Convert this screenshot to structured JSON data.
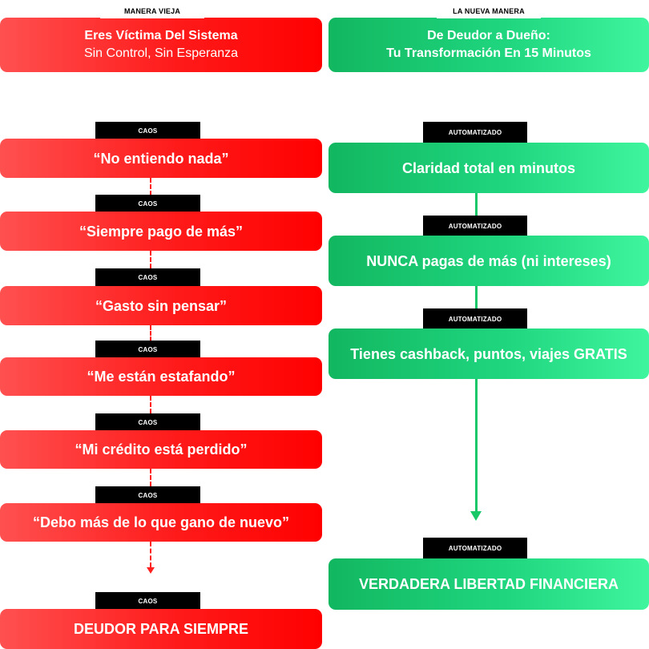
{
  "old_way": {
    "header_tag": "MANERA VIEJA",
    "header_title": "Eres Víctima Del Sistema",
    "header_subtitle": "Sin Control, Sin Esperanza",
    "steps": [
      {
        "tag": "CAOS",
        "label": "“No entiendo nada”"
      },
      {
        "tag": "CAOS",
        "label": "“Siempre pago de más”"
      },
      {
        "tag": "CAOS",
        "label": "“Gasto sin pensar”"
      },
      {
        "tag": "CAOS",
        "label": "“Me están estafando”"
      },
      {
        "tag": "CAOS",
        "label": "“Mi crédito está perdido”"
      },
      {
        "tag": "CAOS",
        "label": "“Debo más de lo que gano de nuevo”"
      },
      {
        "tag": "CAOS",
        "label": "DEUDOR PARA SIEMPRE"
      }
    ]
  },
  "new_way": {
    "header_tag": "LA NUEVA MANERA",
    "header_line1": "De Deudor a Dueño:",
    "header_line2": "Tu Transformación En 15 Minutos",
    "steps": [
      {
        "tag": "AUTOMATIZADO",
        "label": "Claridad total en minutos"
      },
      {
        "tag": "AUTOMATIZADO",
        "label": "NUNCA pagas de más (ni intereses)"
      },
      {
        "tag": "AUTOMATIZADO",
        "label": "Tienes cashback, puntos, viajes GRATIS"
      },
      {
        "tag": "AUTOMATIZADO",
        "label": "VERDADERA LIBERTAD FINANCIERA"
      }
    ]
  },
  "colors": {
    "red": "#ff1a1a",
    "green": "#1fd67f",
    "tag_bg": "#000000"
  }
}
